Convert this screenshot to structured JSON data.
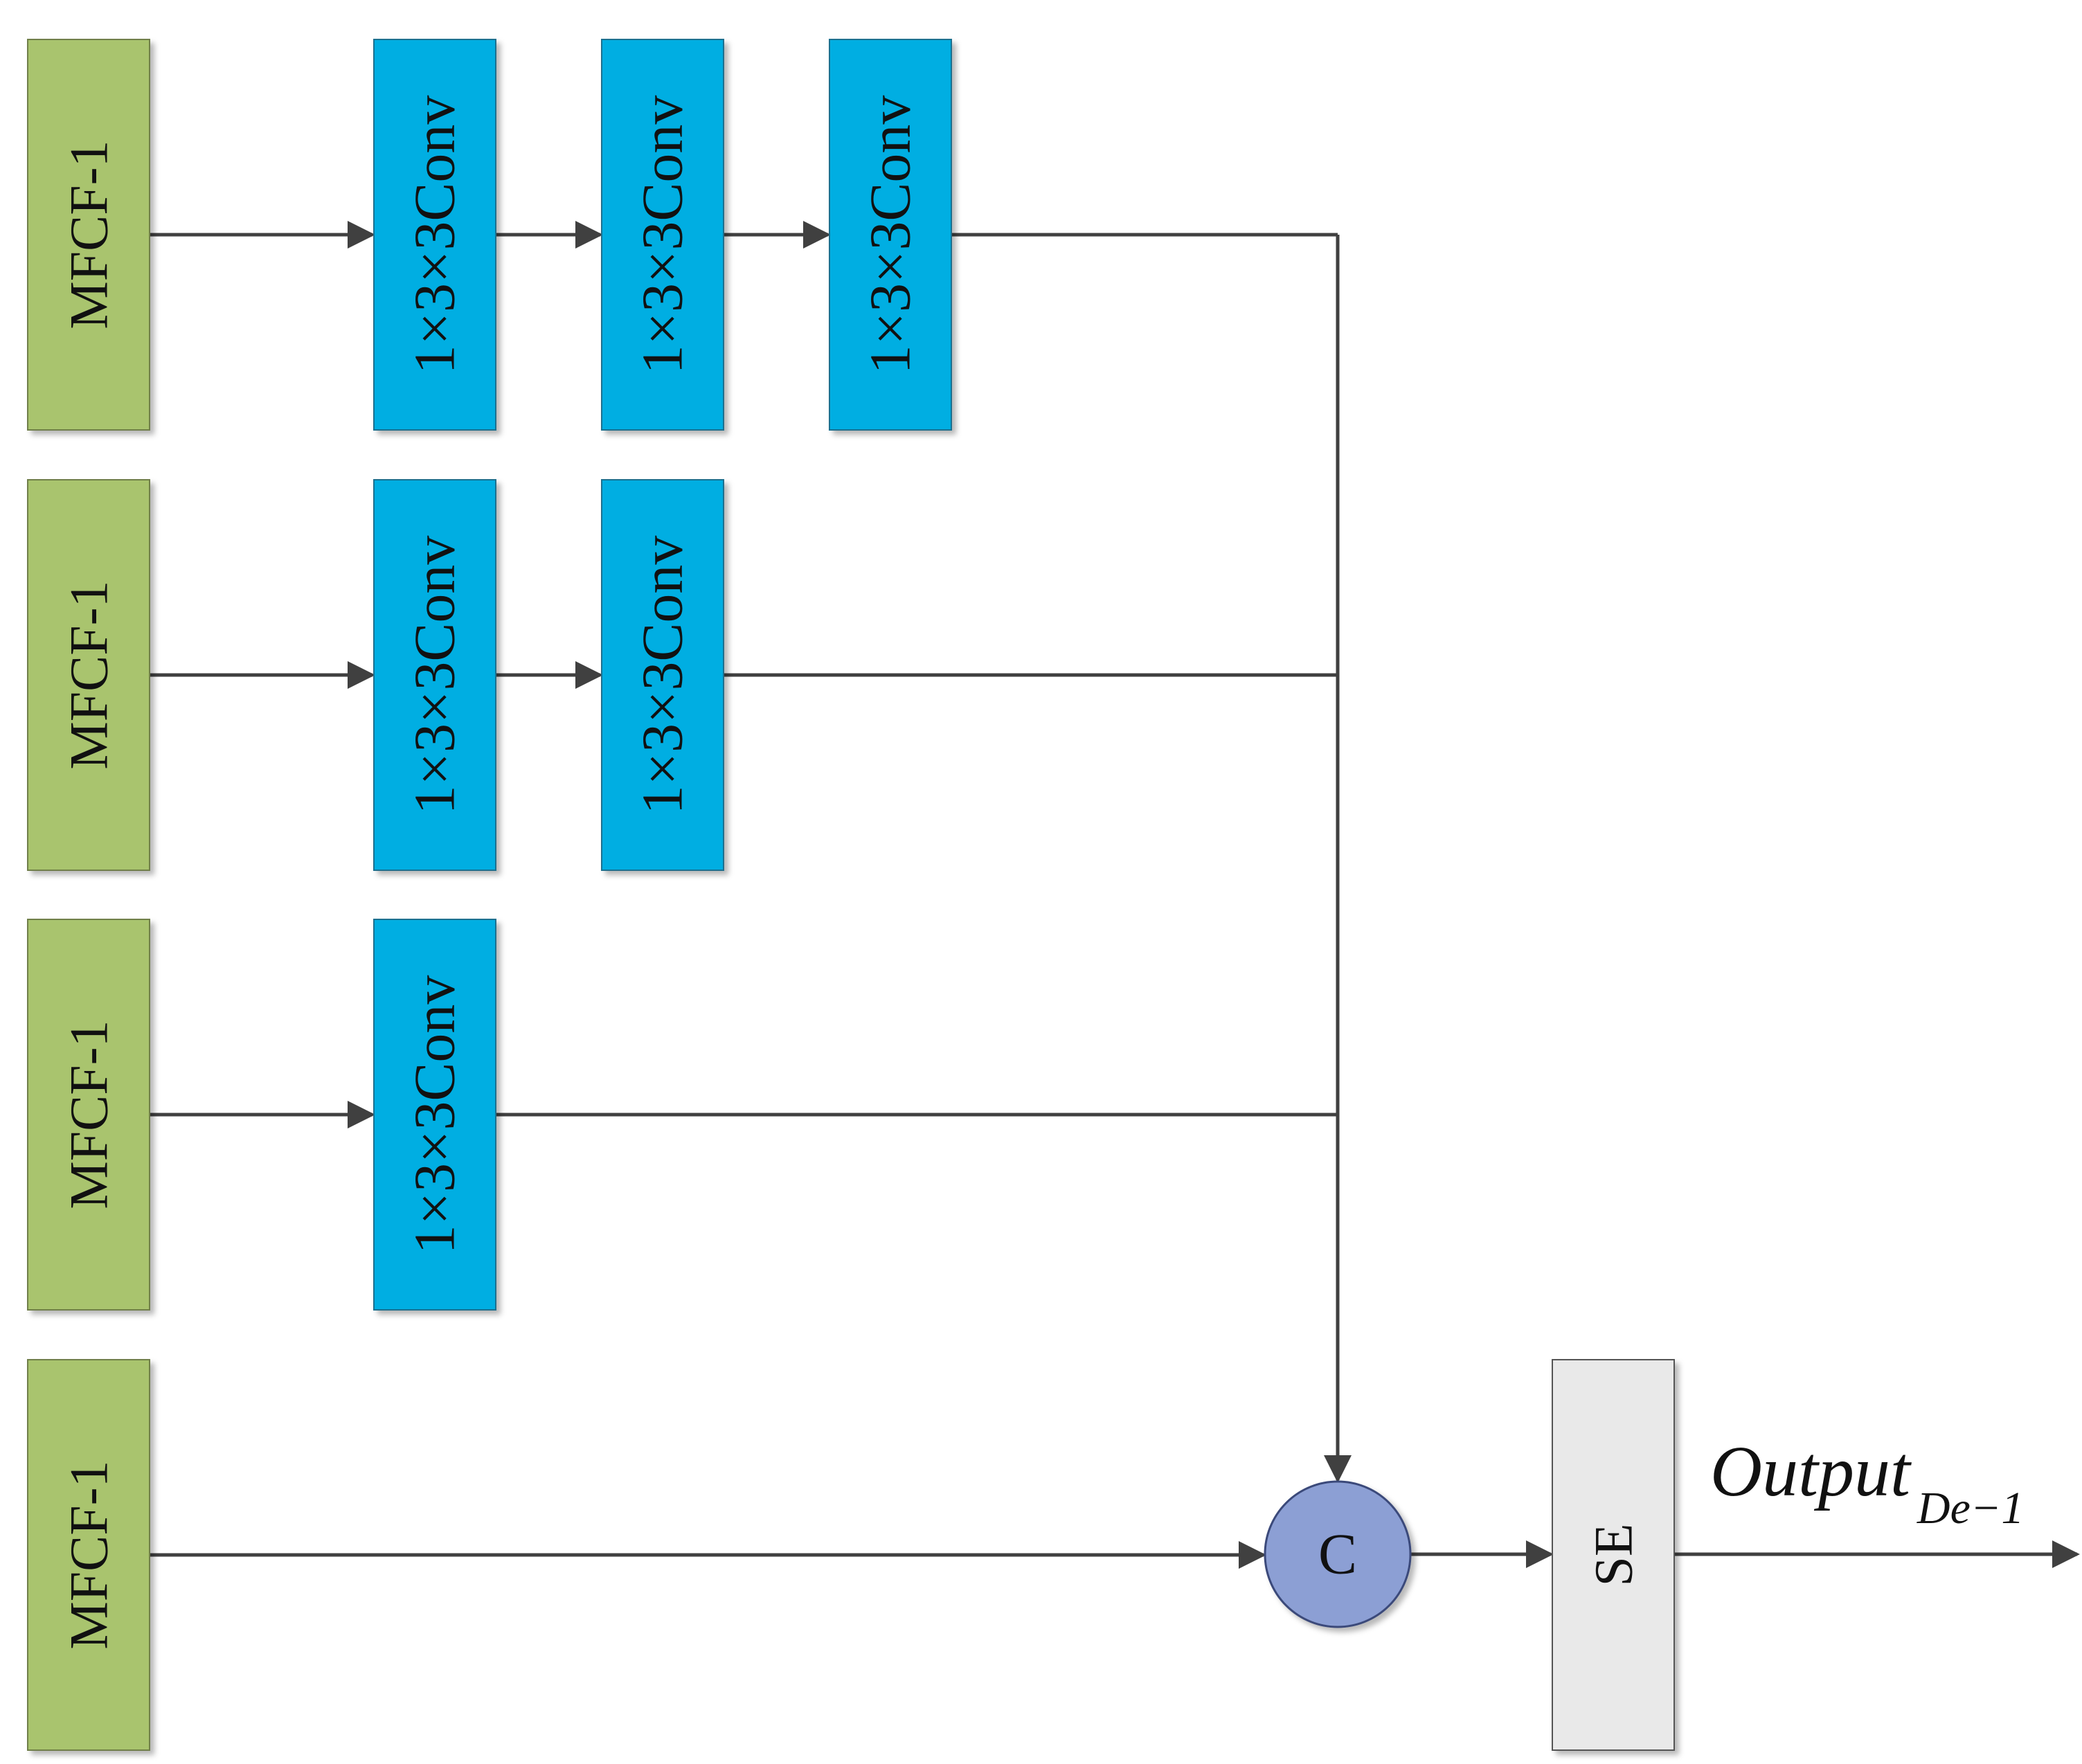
{
  "inputs": [
    {
      "label": "MFCF-1"
    },
    {
      "label": "MFCF-1"
    },
    {
      "label": "MFCF-1"
    },
    {
      "label": "MFCF-1"
    }
  ],
  "branches": [
    {
      "convs": [
        "1×3×3Conv",
        "1×3×3Conv",
        "1×3×3Conv"
      ]
    },
    {
      "convs": [
        "1×3×3Conv",
        "1×3×3Conv"
      ]
    },
    {
      "convs": [
        "1×3×3Conv"
      ]
    },
    {
      "convs": []
    }
  ],
  "concat": {
    "label": "C"
  },
  "se": {
    "label": "SE"
  },
  "output": {
    "main": "Output",
    "sub": "De−1"
  },
  "colors": {
    "input_fill": "#a9c46e",
    "conv_fill": "#00aee2",
    "concat_fill": "#8c9fd4",
    "se_fill": "#e9e9e9",
    "line": "#404040"
  }
}
